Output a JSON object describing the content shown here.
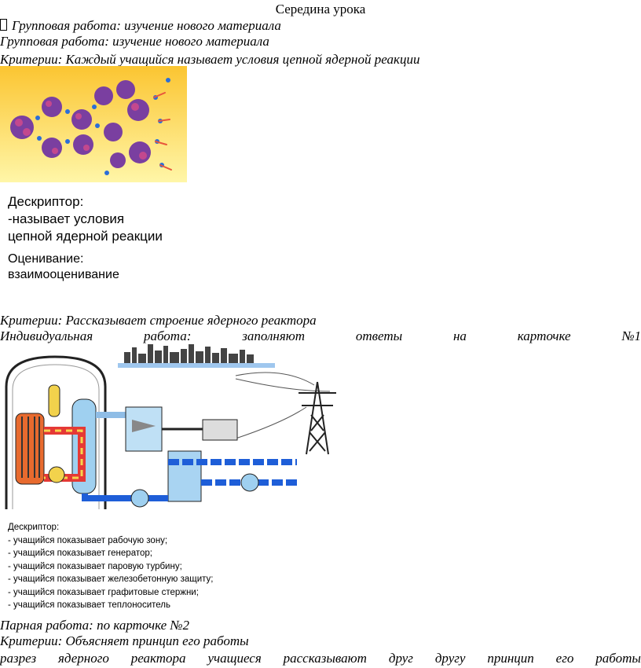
{
  "header": {
    "title": "Середина урока"
  },
  "section1": {
    "bullet_line": "Групповая работа: изучение нового материала",
    "group_line": "Групповая работа: изучение нового материала",
    "criteria": "Критерии: Каждый учащийся называет условия цепной ядерной реакции"
  },
  "descriptor1": {
    "title": "Дескриптор:",
    "line1": "-называет условия",
    "line2": "цепной ядерной реакции",
    "grading_title": "Оценивание:",
    "grading_value": "взаимооценивание"
  },
  "section2": {
    "criteria": "Критерии: Рассказывает строение ядерного реактора",
    "individual_words": [
      "Индивидуальная",
      "работа:",
      "заполняют",
      "ответы",
      "на",
      "карточке",
      "№1"
    ]
  },
  "descriptor2": {
    "title": "Дескриптор:",
    "items": [
      "- учащийся показывает рабочую зону;",
      "- учащийся показывает генератор;",
      "- учащийся показывает паровую турбину;",
      "- учащийся показывает железобетонную защиту;",
      "- учащийся показывает графитовые стержни;",
      "- учащийся показывает теплоноситель"
    ]
  },
  "section3": {
    "pair_line": "Парная работа: по карточке №2",
    "criteria": "Критерии: Объясняет принцип его работы",
    "last_words": [
      "разрез",
      "ядерного",
      "реактора",
      "учащиеся",
      "рассказывают",
      "друг",
      "другу",
      "принцип",
      "его",
      "работы"
    ]
  },
  "colors": {
    "chain_bg_top": "#fbc531",
    "chain_bg_bottom": "#fff6a8",
    "hot_loop": "#e53935",
    "cold_loop": "#1e5ed8"
  }
}
